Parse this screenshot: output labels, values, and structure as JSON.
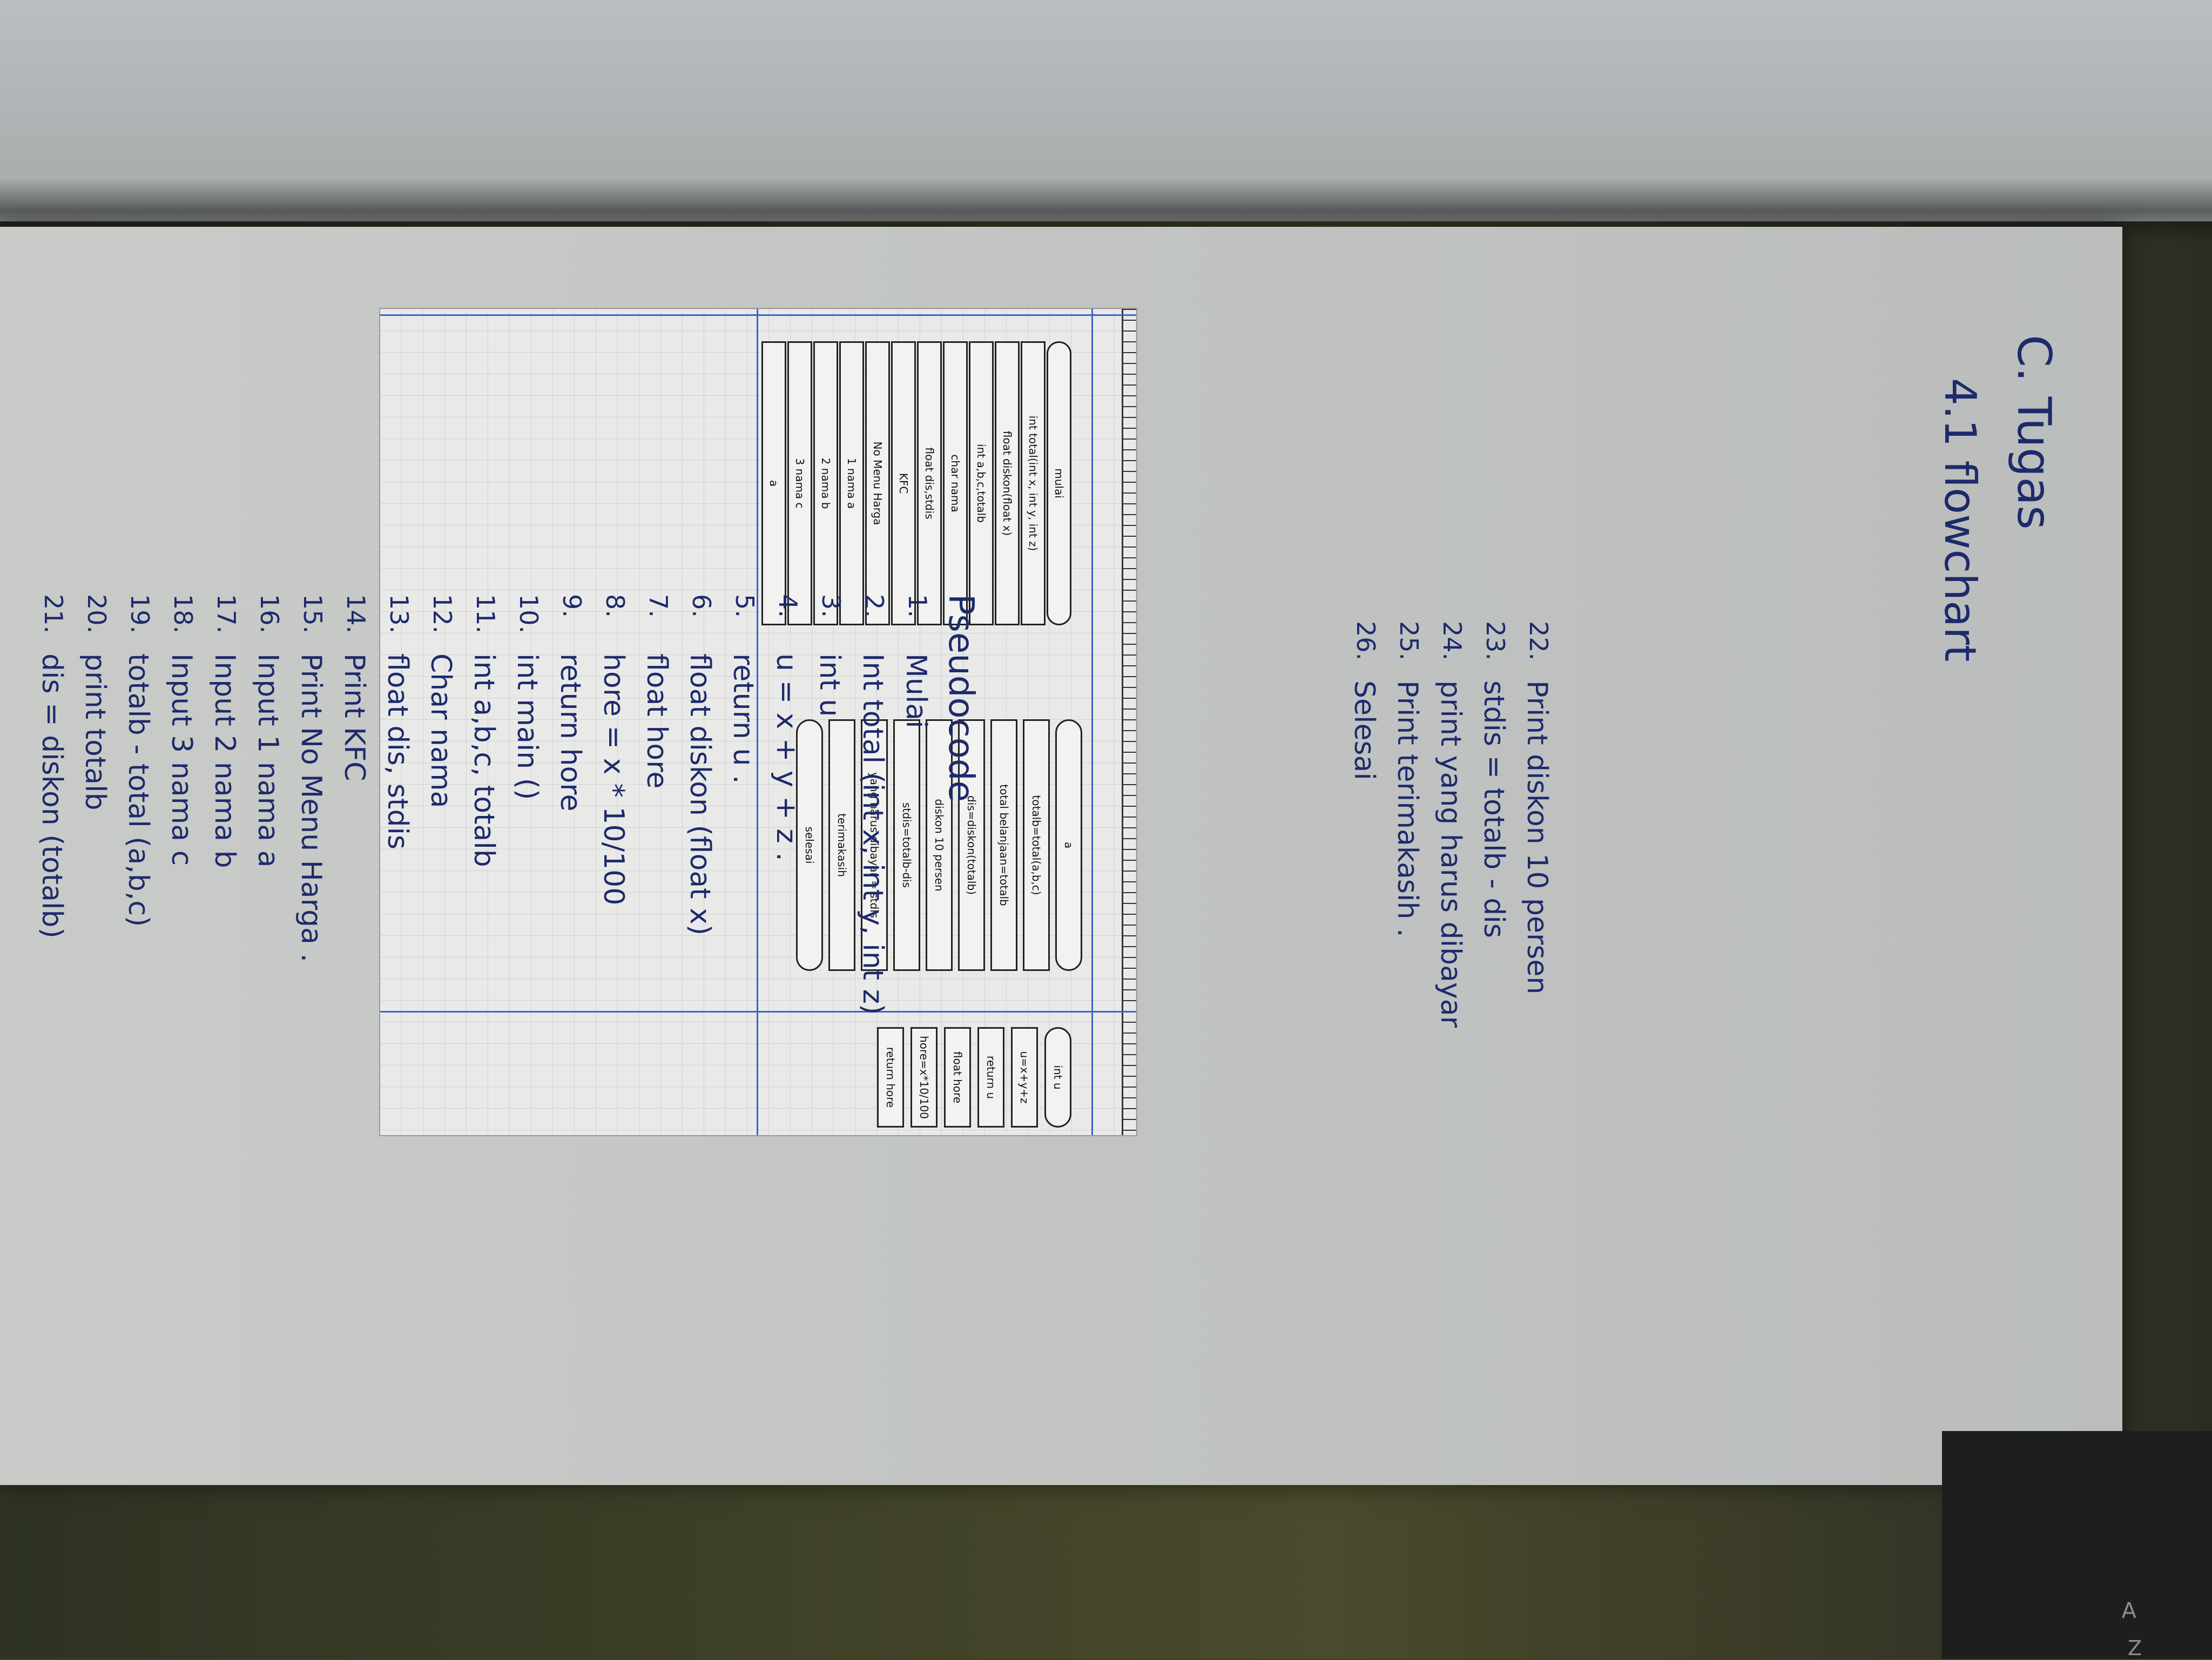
{
  "heading": {
    "section": "C. Tugas",
    "subsection": "4.1 flowchart"
  },
  "flowchart": {
    "col1": [
      "mulai",
      "int total(int x, int y, int z)",
      "float diskon(float x)",
      "int a,b,c,totalb",
      "char nama",
      "float dis,stdis",
      "KFC",
      "No Menu Harga",
      "1 nama a",
      "2 nama b",
      "3 nama c",
      "a"
    ],
    "col2": [
      "a",
      "totalb=total(a,b,c)",
      "total belanjaan=totalb",
      "dis=diskon(totalb)",
      "diskon 10 persen",
      "stdis=totalb-dis",
      "yang harus dibayar = stdis",
      "terimakasih",
      "selesai"
    ],
    "col3": [
      "int u",
      "u=x+y+z",
      "return u",
      "float hore",
      "hore=x*10/100",
      "return hore"
    ]
  },
  "pseudocode": {
    "title": "Pseudocode",
    "lines": [
      {
        "n": "1.",
        "t": "Mulai"
      },
      {
        "n": "2.",
        "t": "Int total (int x, int y, int z)"
      },
      {
        "n": "3.",
        "t": "int u"
      },
      {
        "n": "4.",
        "t": "u = x + y + z ."
      },
      {
        "n": "5.",
        "t": "return u ."
      },
      {
        "n": "6.",
        "t": "float diskon (float x)"
      },
      {
        "n": "7.",
        "t": "float hore"
      },
      {
        "n": "8.",
        "t": "hore = x * 10/100"
      },
      {
        "n": "9.",
        "t": "return hore"
      },
      {
        "n": "10.",
        "t": "int main ()"
      },
      {
        "n": "11.",
        "t": "int a,b,c, totalb"
      },
      {
        "n": "12.",
        "t": "Char nama"
      },
      {
        "n": "13.",
        "t": "float dis, stdis"
      },
      {
        "n": "14.",
        "t": "Print KFC"
      },
      {
        "n": "15.",
        "t": "Print No Menu Harga ."
      },
      {
        "n": "16.",
        "t": "Input 1 nama a"
      },
      {
        "n": "17.",
        "t": "Input 2 nama b"
      },
      {
        "n": "18.",
        "t": "Input 3 nama c"
      },
      {
        "n": "19.",
        "t": "totalb - total (a,b,c)"
      },
      {
        "n": "20.",
        "t": "print totalb"
      },
      {
        "n": "21.",
        "t": "dis = diskon (totalb)"
      }
    ],
    "lines2": [
      {
        "n": "22.",
        "t": "Print diskon 10 persen"
      },
      {
        "n": "23.",
        "t": "stdis = totalb - dis"
      },
      {
        "n": "24.",
        "t": "print yang harus dibayar"
      },
      {
        "n": "25.",
        "t": "Print terimakasih ."
      },
      {
        "n": "26.",
        "t": "Selesai"
      }
    ]
  },
  "colors": {
    "ink": "#1d2a6b",
    "paper": "#c6c9c6",
    "chart_line": "#3c64c8"
  }
}
